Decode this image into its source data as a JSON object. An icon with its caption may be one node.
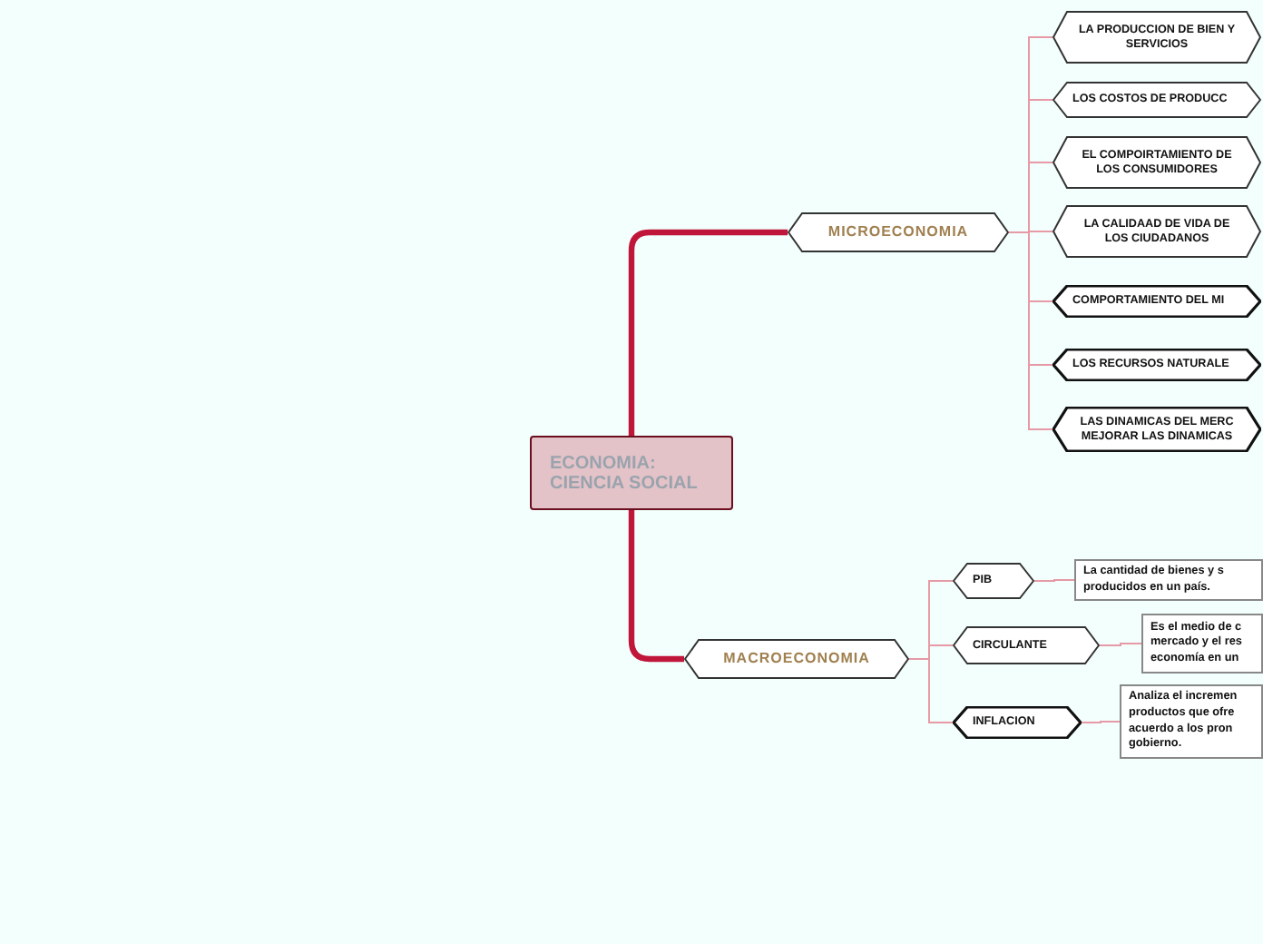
{
  "diagram": {
    "nodes": [
      {
        "text": [
          "ECONOMIA: CIENCIA SOCIAL"
        ]
      },
      {
        "text": [
          "MICROECONOMIA"
        ]
      },
      {
        "text": [
          "LA PRODUCCION DE BIEN Y SERVICIOS"
        ]
      },
      {
        "text": [
          "LOS COSTOS DE PRODUCC"
        ]
      },
      {
        "text": [
          "EL COMPOIRTAMIENTO DE LOS CONSUMIDORES"
        ]
      },
      {
        "text": [
          "LA CALIDAAD DE VIDA DE LOS CIUDADANOS"
        ]
      },
      {
        "text": [
          "COMPORTAMIENTO DEL MI"
        ]
      },
      {
        "text": [
          "LOS RECURSOS NATURALE"
        ]
      },
      {
        "text": [
          "LAS DINAMICAS DEL MERC MEJORAR LAS DINAMICAS"
        ]
      },
      {
        "text": [
          "MACROECONOMIA"
        ]
      },
      {
        "text": [
          "PIB"
        ]
      },
      {
        "text": [
          "CIRCULANTE"
        ]
      },
      {
        "text": [
          "INFLACION"
        ]
      },
      {
        "text": [
          "La cantidad de bienes y s producidos en un país."
        ]
      },
      {
        "text": [
          "Es el medio de c mercado y el res economía en un"
        ]
      },
      {
        "text": [
          "Analiza el incremen productos que ofre acuerdo a los pron gobierno."
        ]
      }
    ],
    "edges": [
      {
        "from": 0,
        "to": 1,
        "arrow": "none",
        "style": "thick",
        "color": "#c0163a"
      },
      {
        "from": 1,
        "to": 2,
        "arrow": "none"
      },
      {
        "from": 1,
        "to": 3,
        "arrow": "none"
      },
      {
        "from": 1,
        "to": 4,
        "arrow": "none"
      },
      {
        "from": 1,
        "to": 5,
        "arrow": "none"
      },
      {
        "from": 1,
        "to": 6,
        "arrow": "none"
      },
      {
        "from": 1,
        "to": 7,
        "arrow": "none"
      },
      {
        "from": 1,
        "to": 8,
        "arrow": "none"
      },
      {
        "from": 0,
        "to": 9,
        "arrow": "none",
        "style": "thick",
        "color": "#c0163a"
      },
      {
        "from": 9,
        "to": 10,
        "arrow": "none"
      },
      {
        "from": 9,
        "to": 11,
        "arrow": "none"
      },
      {
        "from": 9,
        "to": 12,
        "arrow": "none"
      },
      {
        "from": 10,
        "to": 13,
        "arrow": "none"
      },
      {
        "from": 11,
        "to": 14,
        "arrow": "none"
      },
      {
        "from": 12,
        "to": 15,
        "arrow": "none"
      }
    ]
  }
}
